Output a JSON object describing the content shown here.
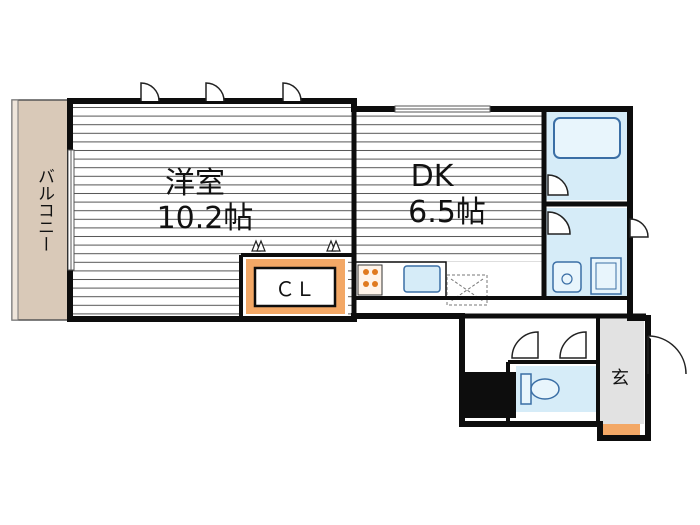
{
  "rooms": {
    "western_room": {
      "name": "洋室",
      "size": "10.2帖"
    },
    "dk": {
      "name": "DK",
      "size": "6.5帖"
    },
    "closet": {
      "name": "ＣＬ"
    },
    "balcony": {
      "name": "バルコニー"
    },
    "entrance": {
      "name": "玄"
    }
  },
  "colors": {
    "wall": "#0d0d0d",
    "floor_hatch": "#555555",
    "balcony_fill": "#d9c9b8",
    "closet_fill": "#f3a866",
    "fixture_fill": "#d6ecf8",
    "fixture_stroke": "#3a6ea5",
    "entrance_fill": "#e2e2e2",
    "step_fill": "#f3a866"
  }
}
